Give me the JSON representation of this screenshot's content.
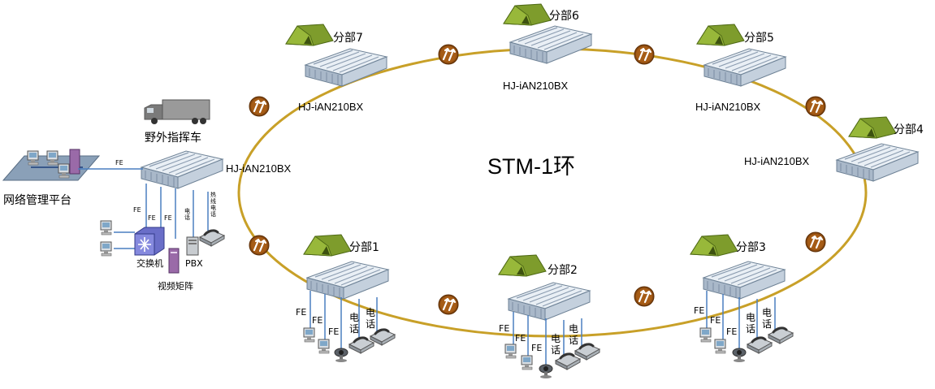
{
  "title": "STM-1环",
  "device_model": "HJ-iAN210BX",
  "branches": {
    "b1": "分部1",
    "b2": "分部2",
    "b3": "分部3",
    "b4": "分部4",
    "b5": "分部5",
    "b6": "分部6",
    "b7": "分部7"
  },
  "command_vehicle": "野外指挥车",
  "network_platform": "网络管理平台",
  "link_fe": "FE",
  "phone": "电话",
  "hotline_phone": "热线电话",
  "switch": "交换机",
  "pbx": "PBX",
  "video_matrix": "视频矩阵",
  "colors": {
    "ring": "#c8a028",
    "device_top": "#e8eef4",
    "device_side": "#9fb0c4",
    "tent": "#7a9a2a",
    "link": "#4a7fc0",
    "regen_badge": "#8a4a10"
  }
}
